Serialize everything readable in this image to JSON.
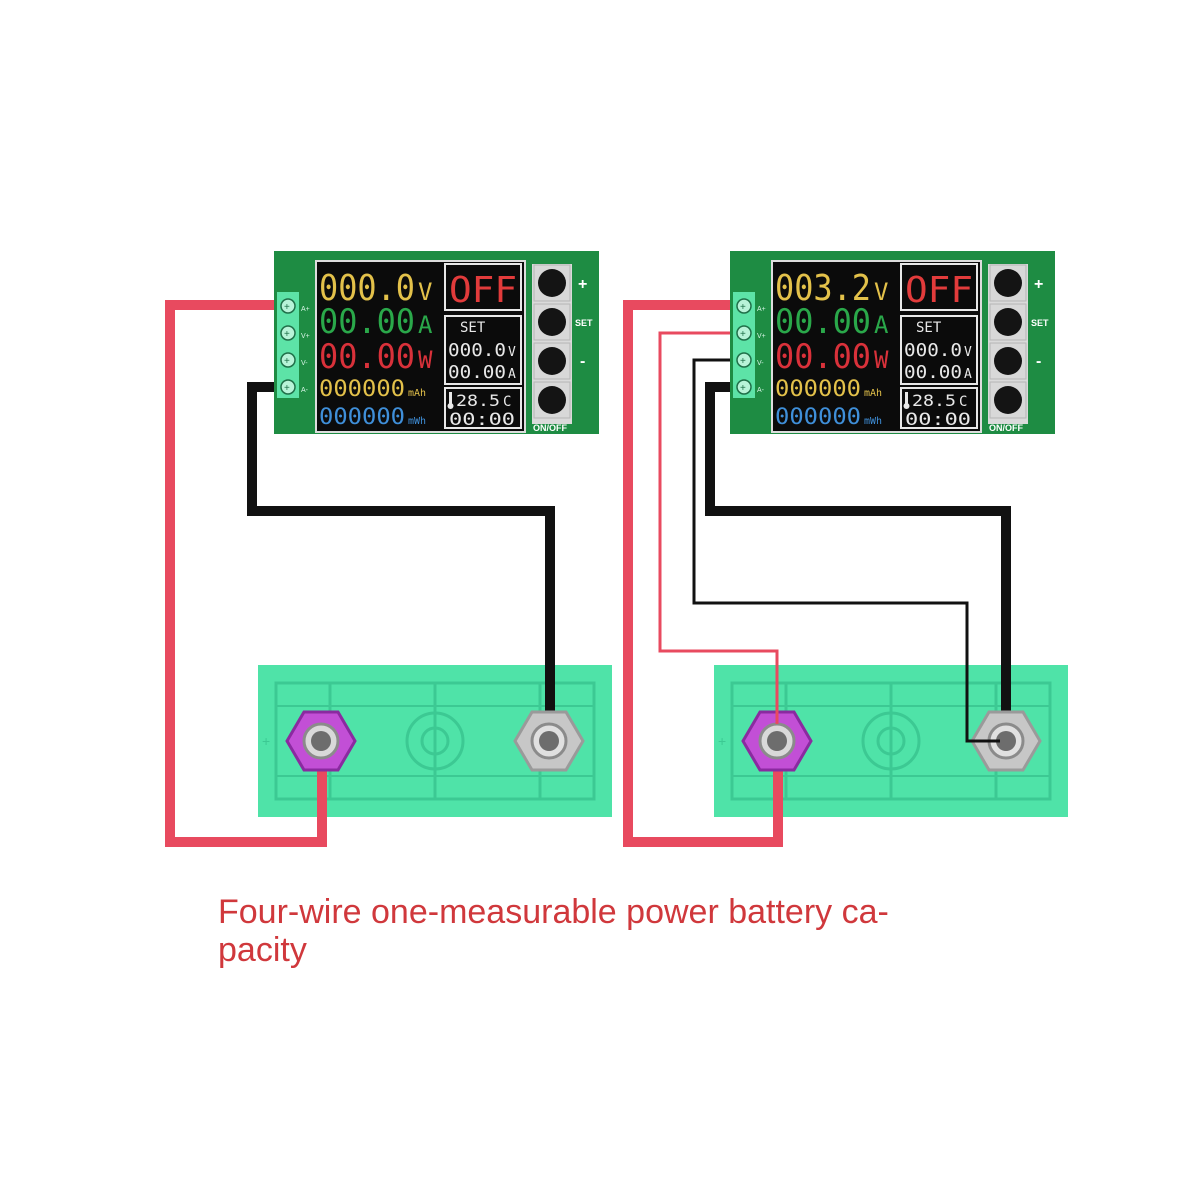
{
  "caption": "Four-wire one-measurable power battery ca-\npacity",
  "colors": {
    "board": "#1e8c43",
    "screen": "#0b0b0b",
    "battery": "#4fe3a8",
    "wire_red": "#e84a5f",
    "wire_black": "#111111",
    "positive_terminal": "#c24fd6",
    "negative_terminal": "#bdbdbd"
  },
  "modules": [
    {
      "voltage": "000.0",
      "voltage_unit": "V",
      "current": "00.00",
      "current_unit": "A",
      "power": "00.00",
      "power_unit": "W",
      "capacity": "000000",
      "capacity_unit": "mAh",
      "energy": "000000",
      "energy_unit": "mWh",
      "status": "OFF",
      "set_label": "SET",
      "set_voltage": "000.0",
      "set_voltage_unit": "V",
      "set_current": "00.00",
      "set_current_unit": "A",
      "temperature": "28.5",
      "temperature_unit": "C",
      "timer": "00:00",
      "pins": [
        "A+",
        "V+",
        "V-",
        "A-"
      ],
      "buttons": [
        "+",
        "SET",
        "-",
        "ON/OFF"
      ]
    },
    {
      "voltage": "003.2",
      "voltage_unit": "V",
      "current": "00.00",
      "current_unit": "A",
      "power": "00.00",
      "power_unit": "W",
      "capacity": "000000",
      "capacity_unit": "mAh",
      "energy": "000000",
      "energy_unit": "mWh",
      "status": "OFF",
      "set_label": "SET",
      "set_voltage": "000.0",
      "set_voltage_unit": "V",
      "set_current": "00.00",
      "set_current_unit": "A",
      "temperature": "28.5",
      "temperature_unit": "C",
      "timer": "00:00",
      "pins": [
        "A+",
        "V+",
        "V-",
        "A-"
      ],
      "buttons": [
        "+",
        "SET",
        "-",
        "ON/OFF"
      ]
    }
  ]
}
